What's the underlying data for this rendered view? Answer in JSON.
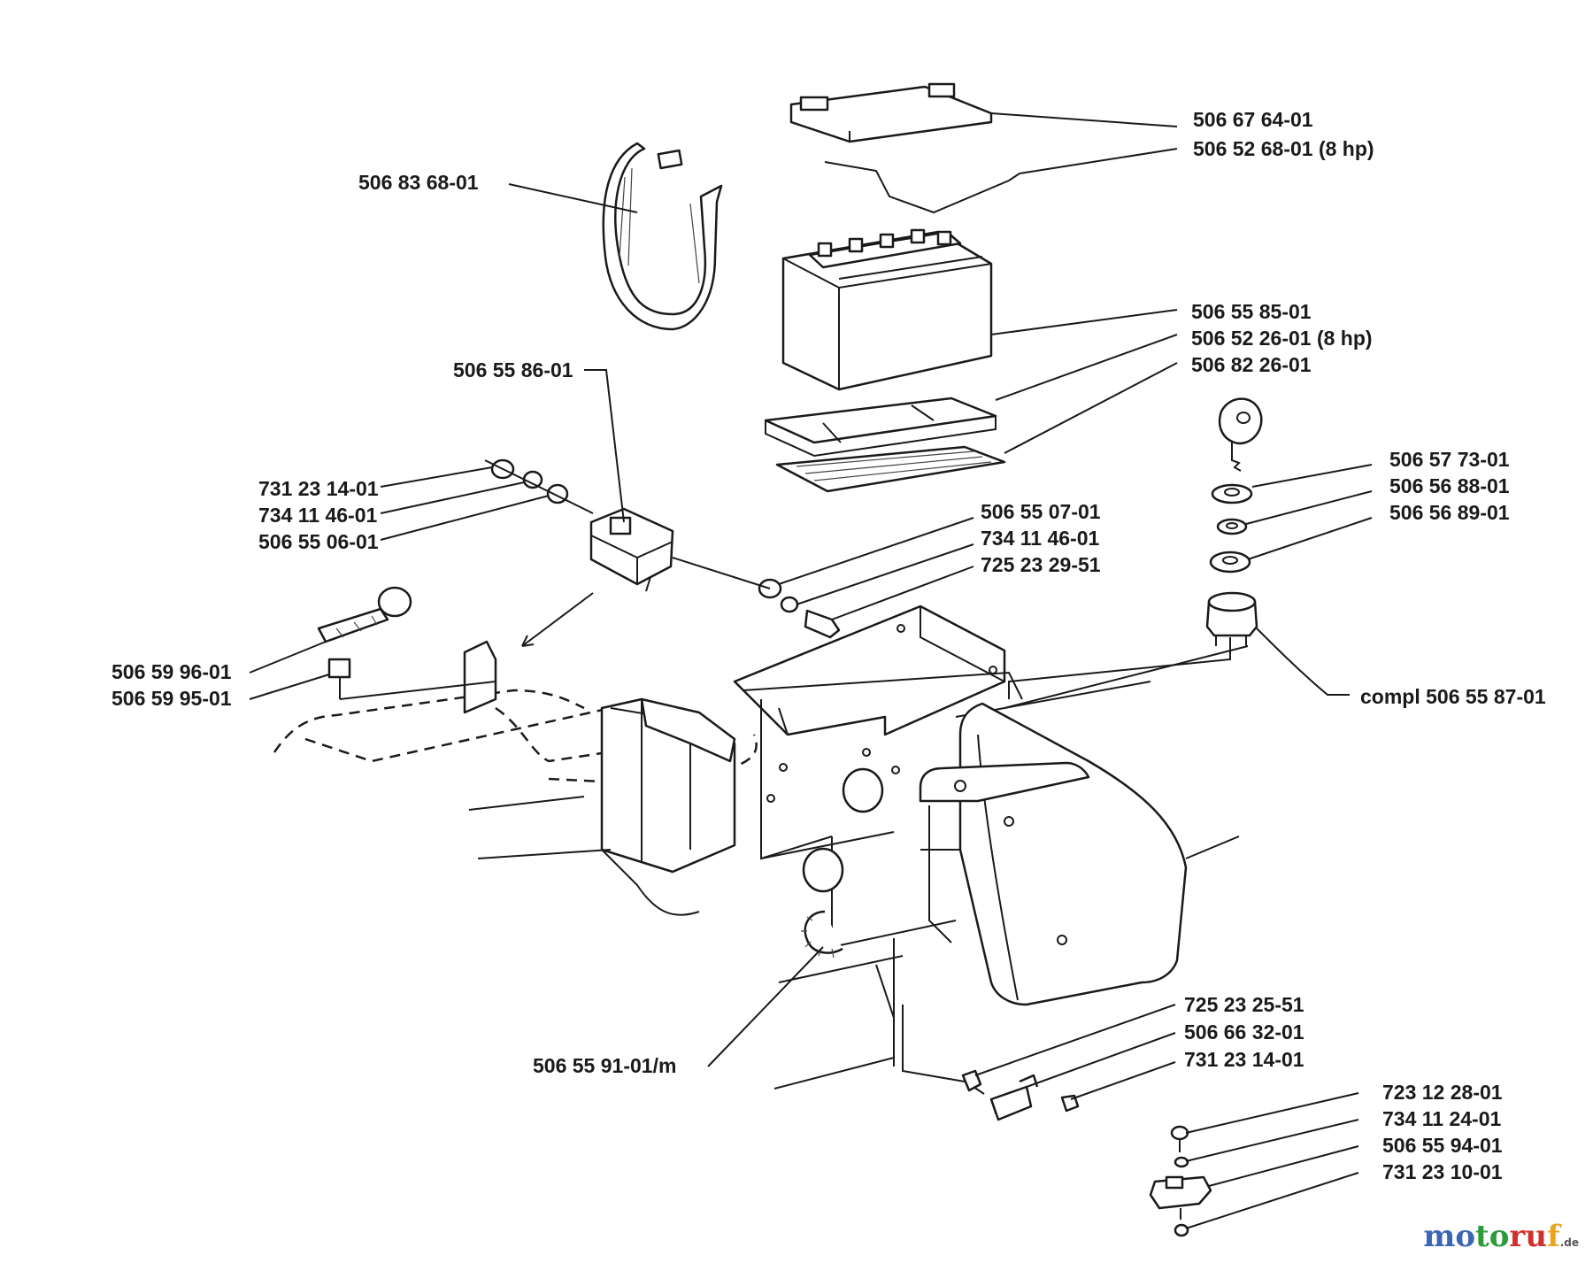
{
  "labels": {
    "tray_cover": "506 67 64-01",
    "tray_cover_8hp": "506 52 68-01 (8 hp)",
    "strap": "506 83 68-01",
    "battery": "506 55 85-01",
    "battery_tray_8hp": "506 52 26-01 (8 hp)",
    "battery_mat": "506 82 26-01",
    "relay": "506 55 86-01",
    "nut_left": "731 23 14-01",
    "washer_left": "734 11 46-01",
    "spacer_left": "506 55 06-01",
    "spacer_right": "506 55 07-01",
    "washer_right": "734 11 46-01",
    "screw_right": "725 23 29-51",
    "key": "506 57 73-01",
    "key_ring": "506 56 88-01",
    "key_nut": "506 56 89-01",
    "ignition_switch": "compl 506 55 87-01",
    "choke_lever": "506 59 96-01",
    "choke_knob": "506 59 95-01",
    "grommet": "506 55 91-01/m",
    "screw_bottom": "725 23 25-51",
    "clip": "506 66 32-01",
    "nut_bottom": "731 23 14-01",
    "screw_switch": "723 12 28-01",
    "washer_switch": "734 11 24-01",
    "switch_plate": "506 55 94-01",
    "nut_switch": "731 23 10-01"
  },
  "watermark": {
    "part1": "mo",
    "part2": "to",
    "part3": "ru",
    "part4": "f",
    "tld": ".de"
  }
}
